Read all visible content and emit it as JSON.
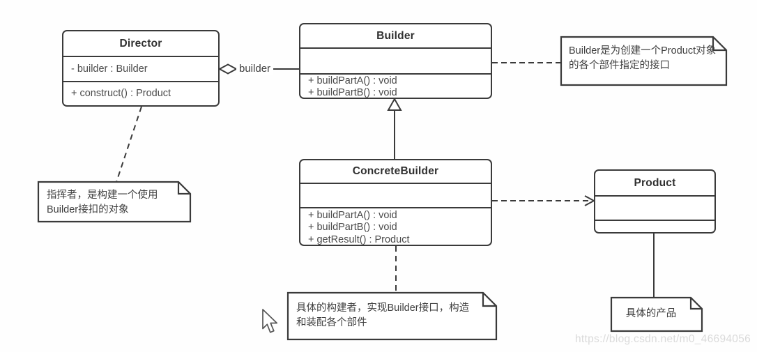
{
  "classes": [
    {
      "name": "Director",
      "attributes": [
        "- builder : Builder"
      ],
      "methods": [
        "+ construct() : Product"
      ]
    },
    {
      "name": "Builder",
      "attributes": [],
      "methods": [
        "+ buildPartA() : void",
        "+ buildPartB() : void"
      ]
    },
    {
      "name": "ConcreteBuilder",
      "attributes": [],
      "methods": [
        "+ buildPartA() : void",
        "+ buildPartB() : void",
        "+ getResult() : Product"
      ]
    },
    {
      "name": "Product",
      "attributes": [],
      "methods": []
    }
  ],
  "notes": [
    {
      "text": "Builder是为创建一个Product对象的各个部件指定的接口",
      "attached_to": "Builder"
    },
    {
      "text": "指挥者，是构建一个使用Builder接扣的对象",
      "attached_to": "Director"
    },
    {
      "text": "具体的构建者，实现Builder接口，构造和装配各个部件",
      "attached_to": "ConcreteBuilder"
    },
    {
      "text": "具体的产品",
      "attached_to": "Product"
    }
  ],
  "relationships": [
    {
      "type": "aggregation",
      "from": "Director",
      "to": "Builder",
      "label": "builder"
    },
    {
      "type": "generalization",
      "from": "ConcreteBuilder",
      "to": "Builder"
    },
    {
      "type": "dependency",
      "from": "ConcreteBuilder",
      "to": "Product"
    }
  ],
  "watermark": "https://blog.csdn.net/m0_46694056",
  "colors": {
    "line": "#3a3a3a",
    "text": "#4a4a4a",
    "background": "#ffffff",
    "watermark": "#dadada"
  }
}
